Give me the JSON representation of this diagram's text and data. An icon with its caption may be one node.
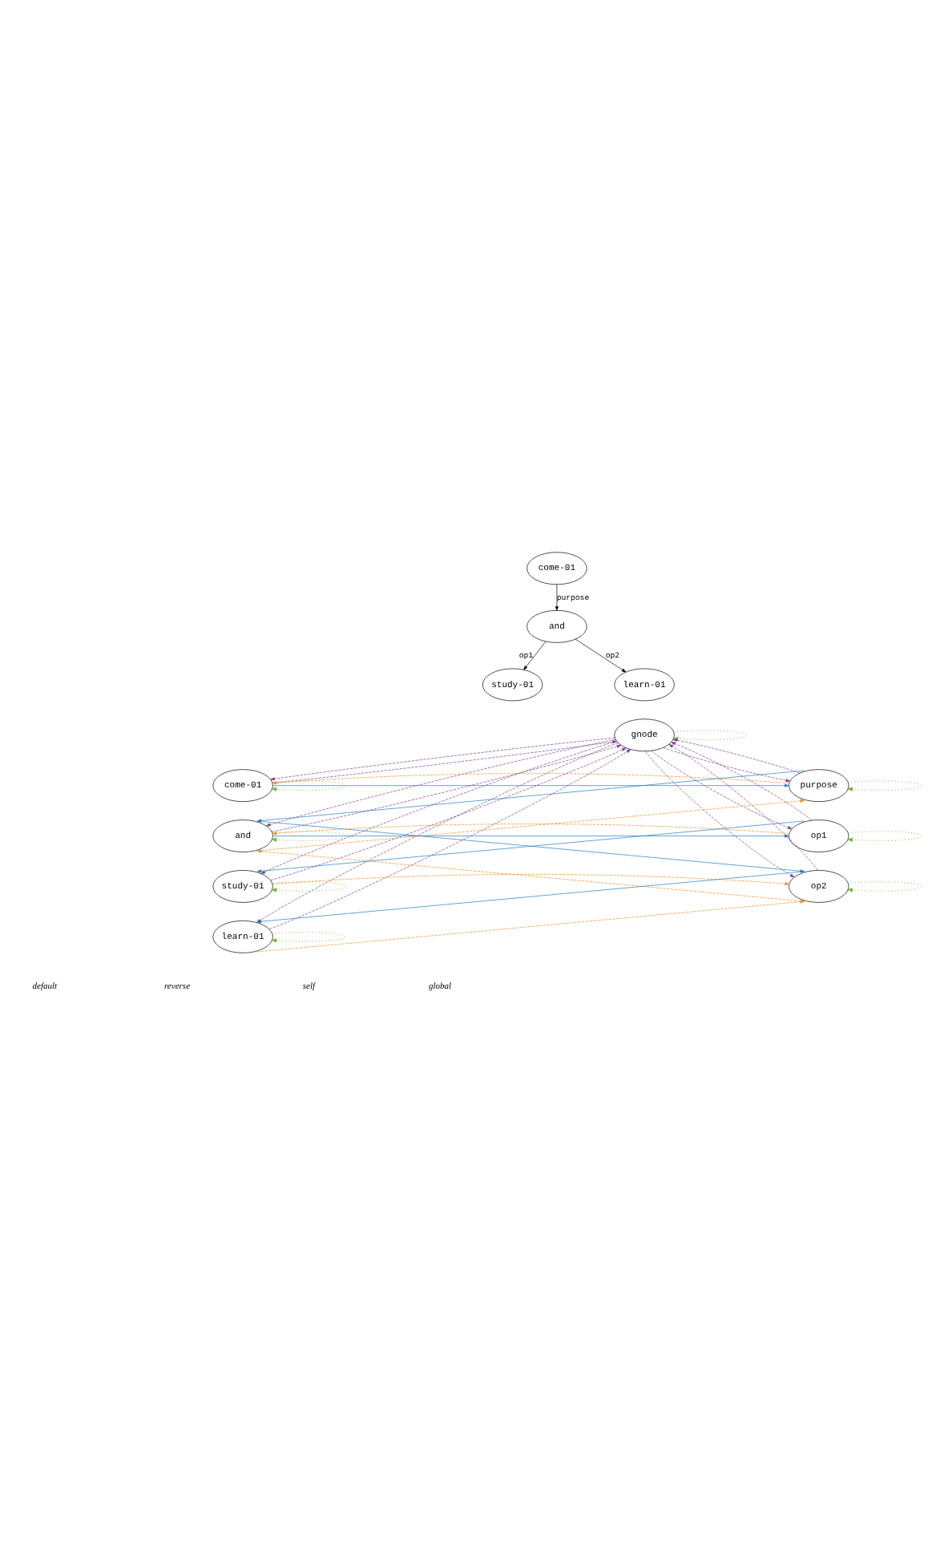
{
  "diagram": {
    "nodes": [
      {
        "text": [
          "come-01"
        ]
      },
      {
        "text": [
          "and"
        ]
      },
      {
        "text": [
          "study-01"
        ]
      },
      {
        "text": [
          "learn-01"
        ]
      },
      {
        "text": [
          "gnode"
        ]
      },
      {
        "text": [
          "come-01"
        ]
      },
      {
        "text": [
          "purpose"
        ]
      },
      {
        "text": [
          "and"
        ]
      },
      {
        "text": [
          "op1"
        ]
      },
      {
        "text": [
          "study-01"
        ]
      },
      {
        "text": [
          "op2"
        ]
      },
      {
        "text": [
          "learn-01"
        ]
      }
    ],
    "edges": [
      {
        "from": 0,
        "to": 1,
        "arrow": "to",
        "label": "purpose",
        "color": "#000000"
      },
      {
        "from": 1,
        "to": 2,
        "arrow": "to",
        "label": "op1",
        "color": "#000000"
      },
      {
        "from": 1,
        "to": 3,
        "arrow": "to",
        "label": "op2",
        "color": "#000000"
      },
      {
        "from": 4,
        "to": 4,
        "arrow": "to",
        "style": "dashed",
        "color": "#77b843"
      },
      {
        "from": 5,
        "to": 5,
        "arrow": "to",
        "style": "dashed",
        "color": "#77b843"
      },
      {
        "from": 6,
        "to": 6,
        "arrow": "to",
        "style": "dashed",
        "color": "#77b843"
      },
      {
        "from": 7,
        "to": 7,
        "arrow": "to",
        "style": "dashed",
        "color": "#77b843"
      },
      {
        "from": 8,
        "to": 8,
        "arrow": "to",
        "style": "dashed",
        "color": "#77b843"
      },
      {
        "from": 9,
        "to": 9,
        "arrow": "to",
        "style": "dashed",
        "color": "#77b843"
      },
      {
        "from": 10,
        "to": 10,
        "arrow": "to",
        "style": "dashed",
        "color": "#77b843"
      },
      {
        "from": 11,
        "to": 11,
        "arrow": "to",
        "style": "dashed",
        "color": "#77b843"
      },
      {
        "from": 4,
        "to": 5,
        "arrow": "to",
        "style": "dashed",
        "color": "#7d3f8f"
      },
      {
        "from": 4,
        "to": 6,
        "arrow": "to",
        "style": "dashed",
        "color": "#7d3f8f"
      },
      {
        "from": 4,
        "to": 7,
        "arrow": "to",
        "style": "dashed",
        "color": "#7d3f8f"
      },
      {
        "from": 4,
        "to": 8,
        "arrow": "to",
        "style": "dashed",
        "color": "#7d3f8f"
      },
      {
        "from": 4,
        "to": 9,
        "arrow": "to",
        "style": "dashed",
        "color": "#7d3f8f"
      },
      {
        "from": 4,
        "to": 10,
        "arrow": "to",
        "style": "dashed",
        "color": "#7d3f8f"
      },
      {
        "from": 4,
        "to": 11,
        "arrow": "to",
        "style": "dashed",
        "color": "#7d3f8f"
      },
      {
        "from": 5,
        "to": 4,
        "arrow": "to",
        "style": "dashed",
        "color": "#7d3f8f"
      },
      {
        "from": 6,
        "to": 4,
        "arrow": "to",
        "style": "dashed",
        "color": "#7d3f8f"
      },
      {
        "from": 7,
        "to": 4,
        "arrow": "to",
        "style": "dashed",
        "color": "#7d3f8f"
      },
      {
        "from": 8,
        "to": 4,
        "arrow": "to",
        "style": "dashed",
        "color": "#7d3f8f"
      },
      {
        "from": 9,
        "to": 4,
        "arrow": "to",
        "style": "dashed",
        "color": "#7d3f8f"
      },
      {
        "from": 10,
        "to": 4,
        "arrow": "to",
        "style": "dashed",
        "color": "#7d3f8f"
      },
      {
        "from": 11,
        "to": 4,
        "arrow": "to",
        "style": "dashed",
        "color": "#7d3f8f"
      },
      {
        "from": 5,
        "to": 6,
        "arrow": "to",
        "color": "#1a7abf"
      },
      {
        "from": 6,
        "to": 7,
        "arrow": "to",
        "color": "#1a7abf"
      },
      {
        "from": 7,
        "to": 8,
        "arrow": "to",
        "color": "#1a7abf"
      },
      {
        "from": 8,
        "to": 9,
        "arrow": "to",
        "color": "#1a7abf"
      },
      {
        "from": 7,
        "to": 10,
        "arrow": "to",
        "color": "#1a7abf"
      },
      {
        "from": 10,
        "to": 11,
        "arrow": "to",
        "color": "#1a7abf"
      },
      {
        "from": 6,
        "to": 5,
        "arrow": "to",
        "style": "dashed",
        "color": "#f08c1e"
      },
      {
        "from": 7,
        "to": 6,
        "arrow": "to",
        "style": "dashed",
        "color": "#f08c1e"
      },
      {
        "from": 8,
        "to": 7,
        "arrow": "to",
        "style": "dashed",
        "color": "#f08c1e"
      },
      {
        "from": 9,
        "to": 10,
        "arrow": "to",
        "style": "dashed",
        "color": "#f08c1e"
      },
      {
        "from": 10,
        "to": 7,
        "arrow": "to",
        "style": "dashed",
        "color": "#f08c1e"
      },
      {
        "from": 11,
        "to": 10,
        "arrow": "to",
        "style": "dashed",
        "color": "#f08c1e"
      }
    ],
    "legend": [
      {
        "text": "default"
      },
      {
        "text": "reverse"
      },
      {
        "text": "self"
      },
      {
        "text": "global"
      }
    ]
  }
}
